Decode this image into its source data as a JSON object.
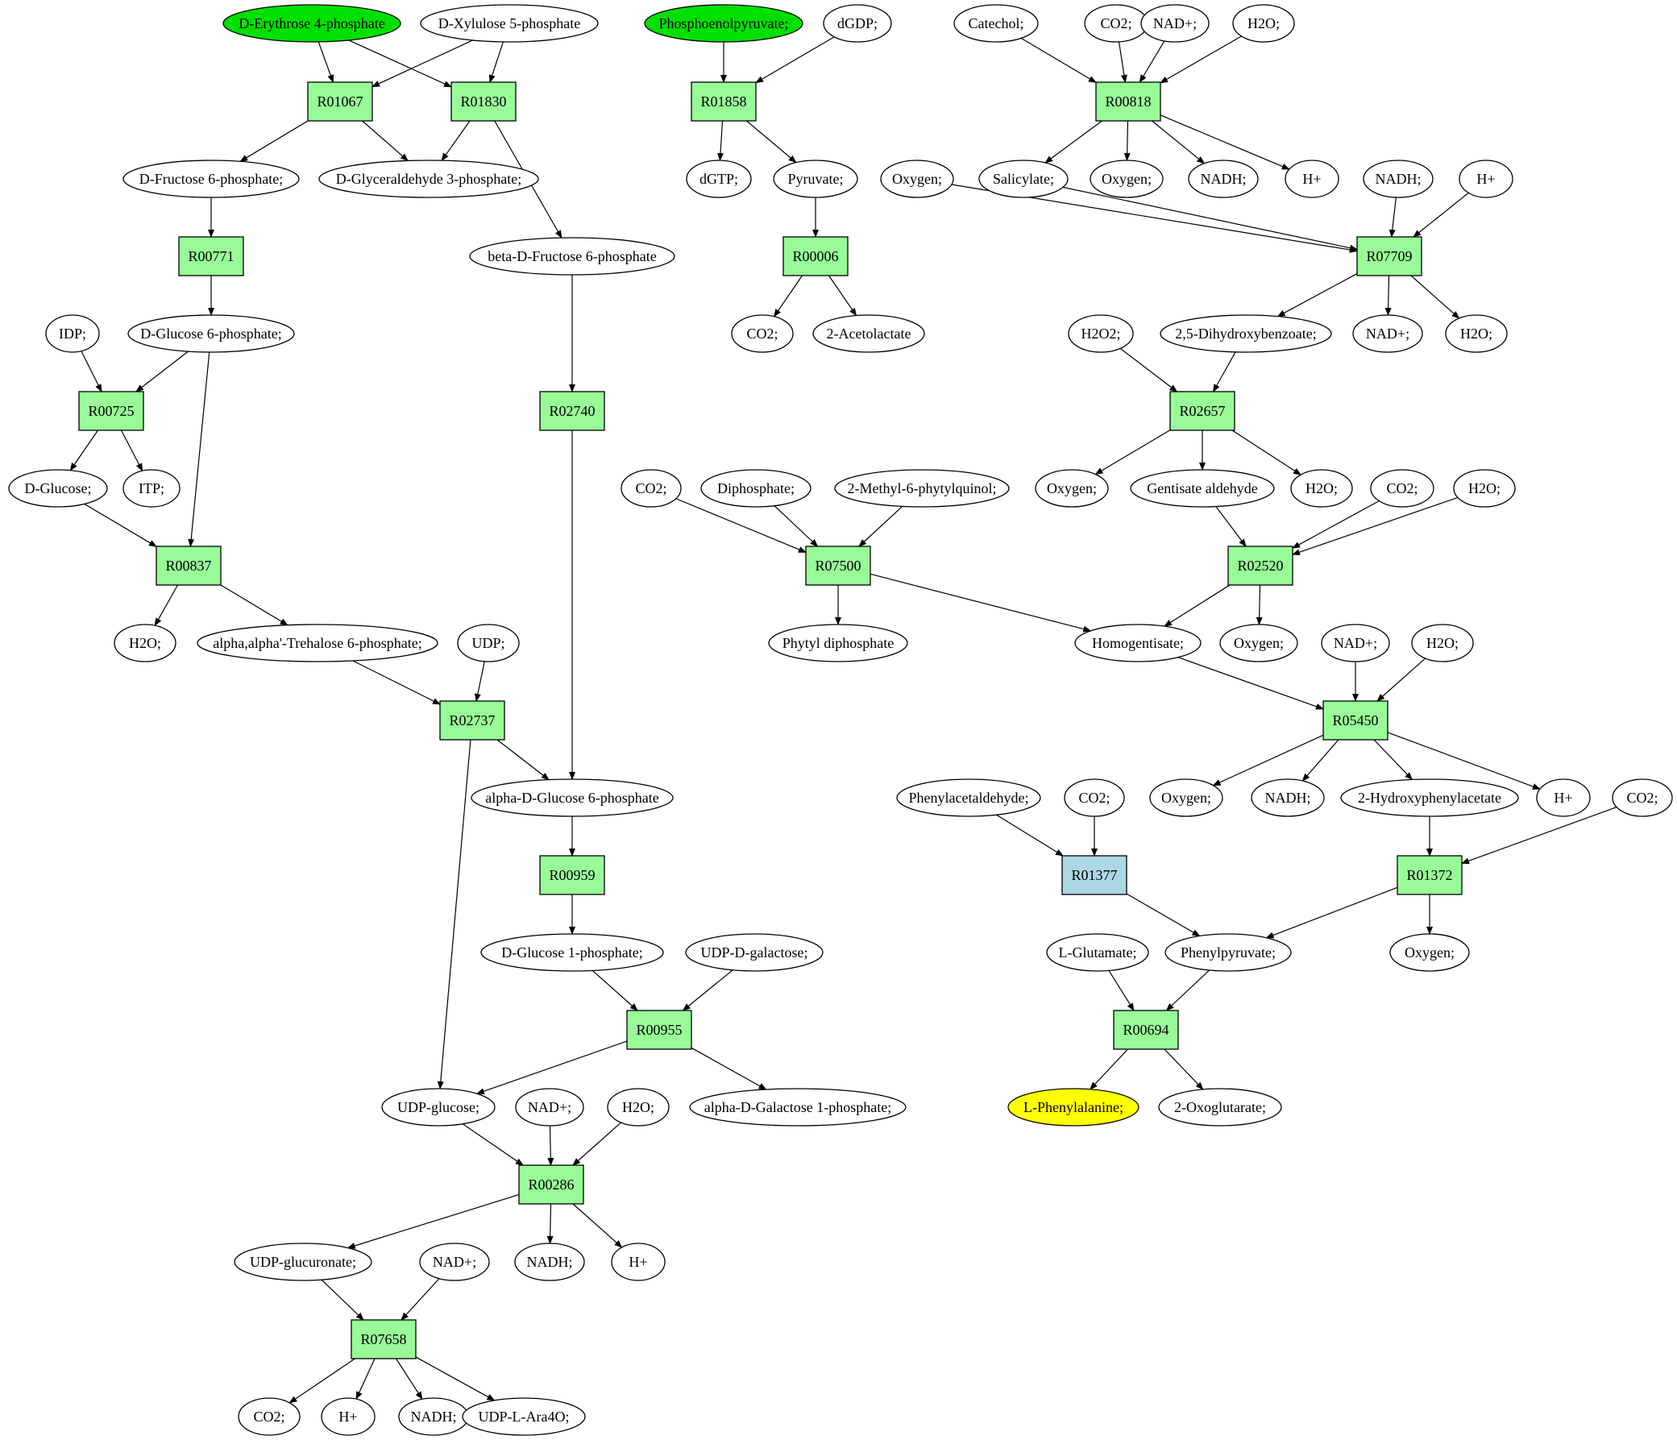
{
  "colors": {
    "start": "#00e000",
    "target": "#ffff00",
    "reaction": "#98fb98",
    "reaction_alt": "#add8e6",
    "compound": "#ffffff"
  },
  "nodes": [
    {
      "id": "e4p",
      "label": "D-Erythrose 4-phosphate",
      "shape": "ellipse",
      "fill": "start"
    },
    {
      "id": "x5p",
      "label": "D-Xylulose 5-phosphate",
      "shape": "ellipse"
    },
    {
      "id": "pep",
      "label": "Phosphoenolpyruvate;",
      "shape": "ellipse",
      "fill": "start"
    },
    {
      "id": "dgdp",
      "label": "dGDP;",
      "shape": "ellipse"
    },
    {
      "id": "catechol",
      "label": "Catechol;",
      "shape": "ellipse"
    },
    {
      "id": "co2a",
      "label": "CO2;",
      "shape": "ellipse"
    },
    {
      "id": "nada",
      "label": "NAD+;",
      "shape": "ellipse"
    },
    {
      "id": "h2oa",
      "label": "H2O;",
      "shape": "ellipse"
    },
    {
      "id": "R01067",
      "label": "R01067",
      "shape": "rect"
    },
    {
      "id": "R01830",
      "label": "R01830",
      "shape": "rect"
    },
    {
      "id": "R01858",
      "label": "R01858",
      "shape": "rect"
    },
    {
      "id": "R00818",
      "label": "R00818",
      "shape": "rect"
    },
    {
      "id": "f6p",
      "label": "D-Fructose 6-phosphate;",
      "shape": "ellipse"
    },
    {
      "id": "g3p",
      "label": "D-Glyceraldehyde 3-phosphate;",
      "shape": "ellipse"
    },
    {
      "id": "dgtp",
      "label": "dGTP;",
      "shape": "ellipse"
    },
    {
      "id": "pyr",
      "label": "Pyruvate;",
      "shape": "ellipse"
    },
    {
      "id": "oxy1",
      "label": "Oxygen;",
      "shape": "ellipse"
    },
    {
      "id": "salic",
      "label": "Salicylate;",
      "shape": "ellipse"
    },
    {
      "id": "oxy2",
      "label": "Oxygen;",
      "shape": "ellipse"
    },
    {
      "id": "nadh1",
      "label": "NADH;",
      "shape": "ellipse"
    },
    {
      "id": "hplus1",
      "label": "H+",
      "shape": "ellipse"
    },
    {
      "id": "nadh2",
      "label": "NADH;",
      "shape": "ellipse"
    },
    {
      "id": "hplus2",
      "label": "H+",
      "shape": "ellipse"
    },
    {
      "id": "R00771",
      "label": "R00771",
      "shape": "rect"
    },
    {
      "id": "bf6p",
      "label": "beta-D-Fructose 6-phosphate",
      "shape": "ellipse"
    },
    {
      "id": "R00006",
      "label": "R00006",
      "shape": "rect"
    },
    {
      "id": "R07709",
      "label": "R07709",
      "shape": "rect"
    },
    {
      "id": "idp",
      "label": "IDP;",
      "shape": "ellipse"
    },
    {
      "id": "g6p",
      "label": "D-Glucose 6-phosphate;",
      "shape": "ellipse"
    },
    {
      "id": "co2b",
      "label": "CO2;",
      "shape": "ellipse"
    },
    {
      "id": "acetol",
      "label": "2-Acetolactate",
      "shape": "ellipse"
    },
    {
      "id": "h2o2",
      "label": "H2O2;",
      "shape": "ellipse"
    },
    {
      "id": "dhb",
      "label": "2,5-Dihydroxybenzoate;",
      "shape": "ellipse"
    },
    {
      "id": "nadb",
      "label": "NAD+;",
      "shape": "ellipse"
    },
    {
      "id": "h2ob",
      "label": "H2O;",
      "shape": "ellipse"
    },
    {
      "id": "R00725",
      "label": "R00725",
      "shape": "rect"
    },
    {
      "id": "R02740",
      "label": "R02740",
      "shape": "rect"
    },
    {
      "id": "R02657",
      "label": "R02657",
      "shape": "rect"
    },
    {
      "id": "glc",
      "label": "D-Glucose;",
      "shape": "ellipse"
    },
    {
      "id": "itp",
      "label": "ITP;",
      "shape": "ellipse"
    },
    {
      "id": "co2c",
      "label": "CO2;",
      "shape": "ellipse"
    },
    {
      "id": "dipho",
      "label": "Diphosphate;",
      "shape": "ellipse"
    },
    {
      "id": "mpq",
      "label": "2-Methyl-6-phytylquinol;",
      "shape": "ellipse"
    },
    {
      "id": "oxy3",
      "label": "Oxygen;",
      "shape": "ellipse"
    },
    {
      "id": "gentald",
      "label": "Gentisate aldehyde",
      "shape": "ellipse"
    },
    {
      "id": "h2oc",
      "label": "H2O;",
      "shape": "ellipse"
    },
    {
      "id": "co2d",
      "label": "CO2;",
      "shape": "ellipse"
    },
    {
      "id": "h2od",
      "label": "H2O;",
      "shape": "ellipse"
    },
    {
      "id": "R00837",
      "label": "R00837",
      "shape": "rect"
    },
    {
      "id": "R07500",
      "label": "R07500",
      "shape": "rect"
    },
    {
      "id": "R02520",
      "label": "R02520",
      "shape": "rect"
    },
    {
      "id": "h2oe",
      "label": "H2O;",
      "shape": "ellipse"
    },
    {
      "id": "treh",
      "label": "alpha,alpha'-Trehalose 6-phosphate;",
      "shape": "ellipse"
    },
    {
      "id": "udp",
      "label": "UDP;",
      "shape": "ellipse"
    },
    {
      "id": "phytdp",
      "label": "Phytyl diphosphate",
      "shape": "ellipse"
    },
    {
      "id": "homog",
      "label": "Homogentisate;",
      "shape": "ellipse"
    },
    {
      "id": "oxy4",
      "label": "Oxygen;",
      "shape": "ellipse"
    },
    {
      "id": "nadc",
      "label": "NAD+;",
      "shape": "ellipse"
    },
    {
      "id": "h2of",
      "label": "H2O;",
      "shape": "ellipse"
    },
    {
      "id": "R02737",
      "label": "R02737",
      "shape": "rect"
    },
    {
      "id": "R05450",
      "label": "R05450",
      "shape": "rect"
    },
    {
      "id": "ag6p",
      "label": "alpha-D-Glucose 6-phosphate",
      "shape": "ellipse"
    },
    {
      "id": "phald",
      "label": "Phenylacetaldehyde;",
      "shape": "ellipse"
    },
    {
      "id": "co2e",
      "label": "CO2;",
      "shape": "ellipse"
    },
    {
      "id": "oxy5",
      "label": "Oxygen;",
      "shape": "ellipse"
    },
    {
      "id": "nadh3",
      "label": "NADH;",
      "shape": "ellipse"
    },
    {
      "id": "hpa",
      "label": "2-Hydroxyphenylacetate",
      "shape": "ellipse"
    },
    {
      "id": "hplus3",
      "label": "H+",
      "shape": "ellipse"
    },
    {
      "id": "co2f",
      "label": "CO2;",
      "shape": "ellipse"
    },
    {
      "id": "R00959",
      "label": "R00959",
      "shape": "rect"
    },
    {
      "id": "R01377",
      "label": "R01377",
      "shape": "rect",
      "fill": "reaction_alt"
    },
    {
      "id": "R01372",
      "label": "R01372",
      "shape": "rect"
    },
    {
      "id": "g1p",
      "label": "D-Glucose 1-phosphate;",
      "shape": "ellipse"
    },
    {
      "id": "udpgal",
      "label": "UDP-D-galactose;",
      "shape": "ellipse"
    },
    {
      "id": "lglu",
      "label": "L-Glutamate;",
      "shape": "ellipse"
    },
    {
      "id": "phpyr",
      "label": "Phenylpyruvate;",
      "shape": "ellipse"
    },
    {
      "id": "oxy6",
      "label": "Oxygen;",
      "shape": "ellipse"
    },
    {
      "id": "R00955",
      "label": "R00955",
      "shape": "rect"
    },
    {
      "id": "R00694",
      "label": "R00694",
      "shape": "rect"
    },
    {
      "id": "udpglc",
      "label": "UDP-glucose;",
      "shape": "ellipse"
    },
    {
      "id": "nadd",
      "label": "NAD+;",
      "shape": "ellipse"
    },
    {
      "id": "h2og",
      "label": "H2O;",
      "shape": "ellipse"
    },
    {
      "id": "agal1p",
      "label": "alpha-D-Galactose 1-phosphate;",
      "shape": "ellipse"
    },
    {
      "id": "lphe",
      "label": "L-Phenylalanine;",
      "shape": "ellipse",
      "fill": "target"
    },
    {
      "id": "oxoglu",
      "label": "2-Oxoglutarate;",
      "shape": "ellipse"
    },
    {
      "id": "R00286",
      "label": "R00286",
      "shape": "rect"
    },
    {
      "id": "udpglcu",
      "label": "UDP-glucuronate;",
      "shape": "ellipse"
    },
    {
      "id": "nade",
      "label": "NAD+;",
      "shape": "ellipse"
    },
    {
      "id": "nadh4",
      "label": "NADH;",
      "shape": "ellipse"
    },
    {
      "id": "hplus4",
      "label": "H+",
      "shape": "ellipse"
    },
    {
      "id": "R07658",
      "label": "R07658",
      "shape": "rect"
    },
    {
      "id": "co2g",
      "label": "CO2;",
      "shape": "ellipse"
    },
    {
      "id": "hplus5",
      "label": "H+",
      "shape": "ellipse"
    },
    {
      "id": "nadh5",
      "label": "NADH;",
      "shape": "ellipse"
    },
    {
      "id": "udpara",
      "label": "UDP-L-Ara4O;",
      "shape": "ellipse"
    }
  ],
  "edges": [
    [
      "e4p",
      "R01067"
    ],
    [
      "e4p",
      "R01830"
    ],
    [
      "x5p",
      "R01067"
    ],
    [
      "x5p",
      "R01830"
    ],
    [
      "R01067",
      "f6p"
    ],
    [
      "R01067",
      "g3p"
    ],
    [
      "R01830",
      "g3p"
    ],
    [
      "R01830",
      "bf6p"
    ],
    [
      "f6p",
      "R00771"
    ],
    [
      "R00771",
      "g6p"
    ],
    [
      "idp",
      "R00725"
    ],
    [
      "g6p",
      "R00725"
    ],
    [
      "g6p",
      "R00837"
    ],
    [
      "R00725",
      "glc"
    ],
    [
      "R00725",
      "itp"
    ],
    [
      "glc",
      "R00837"
    ],
    [
      "R00837",
      "h2oe"
    ],
    [
      "R00837",
      "treh"
    ],
    [
      "treh",
      "R02737"
    ],
    [
      "udp",
      "R02737"
    ],
    [
      "R02737",
      "ag6p"
    ],
    [
      "R02737",
      "udpglc"
    ],
    [
      "bf6p",
      "R02740"
    ],
    [
      "R02740",
      "ag6p"
    ],
    [
      "ag6p",
      "R00959"
    ],
    [
      "R00959",
      "g1p"
    ],
    [
      "g1p",
      "R00955"
    ],
    [
      "udpgal",
      "R00955"
    ],
    [
      "R00955",
      "udpglc"
    ],
    [
      "R00955",
      "agal1p"
    ],
    [
      "udpglc",
      "R00286"
    ],
    [
      "nadd",
      "R00286"
    ],
    [
      "h2og",
      "R00286"
    ],
    [
      "R00286",
      "udpglcu"
    ],
    [
      "R00286",
      "nadh4"
    ],
    [
      "R00286",
      "hplus4"
    ],
    [
      "udpglcu",
      "R07658"
    ],
    [
      "nade",
      "R07658"
    ],
    [
      "R07658",
      "co2g"
    ],
    [
      "R07658",
      "hplus5"
    ],
    [
      "R07658",
      "nadh5"
    ],
    [
      "R07658",
      "udpara"
    ],
    [
      "pep",
      "R01858"
    ],
    [
      "dgdp",
      "R01858"
    ],
    [
      "R01858",
      "dgtp"
    ],
    [
      "R01858",
      "pyr"
    ],
    [
      "pyr",
      "R00006"
    ],
    [
      "R00006",
      "co2b"
    ],
    [
      "R00006",
      "acetol"
    ],
    [
      "catechol",
      "R00818"
    ],
    [
      "co2a",
      "R00818"
    ],
    [
      "nada",
      "R00818"
    ],
    [
      "h2oa",
      "R00818"
    ],
    [
      "R00818",
      "salic"
    ],
    [
      "R00818",
      "oxy2"
    ],
    [
      "R00818",
      "nadh1"
    ],
    [
      "R00818",
      "hplus1"
    ],
    [
      "oxy1",
      "R07709"
    ],
    [
      "salic",
      "R07709"
    ],
    [
      "nadh2",
      "R07709"
    ],
    [
      "hplus2",
      "R07709"
    ],
    [
      "R07709",
      "dhb"
    ],
    [
      "R07709",
      "nadb"
    ],
    [
      "R07709",
      "h2ob"
    ],
    [
      "h2o2",
      "R02657"
    ],
    [
      "dhb",
      "R02657"
    ],
    [
      "R02657",
      "oxy3"
    ],
    [
      "R02657",
      "gentald"
    ],
    [
      "R02657",
      "h2oc"
    ],
    [
      "gentald",
      "R02520"
    ],
    [
      "co2d",
      "R02520"
    ],
    [
      "h2od",
      "R02520"
    ],
    [
      "R02520",
      "homog"
    ],
    [
      "R02520",
      "oxy4"
    ],
    [
      "co2c",
      "R07500"
    ],
    [
      "dipho",
      "R07500"
    ],
    [
      "mpq",
      "R07500"
    ],
    [
      "R07500",
      "phytdp"
    ],
    [
      "R07500",
      "homog"
    ],
    [
      "homog",
      "R05450"
    ],
    [
      "nadc",
      "R05450"
    ],
    [
      "h2of",
      "R05450"
    ],
    [
      "R05450",
      "oxy5"
    ],
    [
      "R05450",
      "nadh3"
    ],
    [
      "R05450",
      "hpa"
    ],
    [
      "R05450",
      "hplus3"
    ],
    [
      "hpa",
      "R01372"
    ],
    [
      "co2f",
      "R01372"
    ],
    [
      "R01372",
      "phpyr"
    ],
    [
      "R01372",
      "oxy6"
    ],
    [
      "phald",
      "R01377"
    ],
    [
      "co2e",
      "R01377"
    ],
    [
      "R01377",
      "phpyr"
    ],
    [
      "lglu",
      "R00694"
    ],
    [
      "phpyr",
      "R00694"
    ],
    [
      "R00694",
      "lphe"
    ],
    [
      "R00694",
      "oxoglu"
    ]
  ]
}
